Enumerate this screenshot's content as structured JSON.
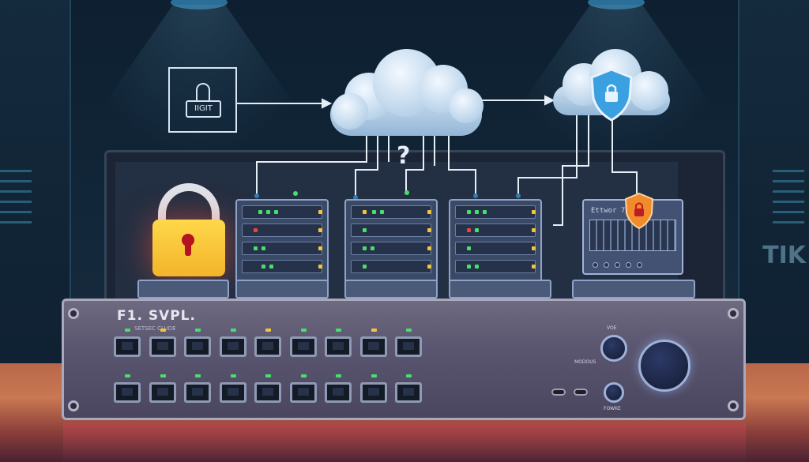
{
  "scene": {
    "description_icons": [
      "spotlight-icon",
      "cloud-icon",
      "shield-icon",
      "padlock-icon",
      "server-rack-icon",
      "network-switch-icon"
    ],
    "colors": {
      "background": "#0d1f30",
      "cloud": "#cfe1f2",
      "padlock": "#f2b42a",
      "shield": "#3aa0e0",
      "warning_shield": "#f08c2c",
      "switch_body": "#5b5670",
      "floor": "#c97852",
      "led_green": "#47e06a",
      "led_yellow": "#f4c53b"
    }
  },
  "gateway": {
    "label": "IIGIT"
  },
  "question_mark": "?",
  "security_panel": {
    "label": "Ettwor 75"
  },
  "switch": {
    "title": "F1. SVPL.",
    "subtitle": "SETSEC CLUDE",
    "port_rows": 2,
    "ports_per_row": 9,
    "knob_top_label": "VOE",
    "knob_left_label": "MODOUS",
    "knob_bottom_label": "FOWKE"
  },
  "side_text": "TIK"
}
